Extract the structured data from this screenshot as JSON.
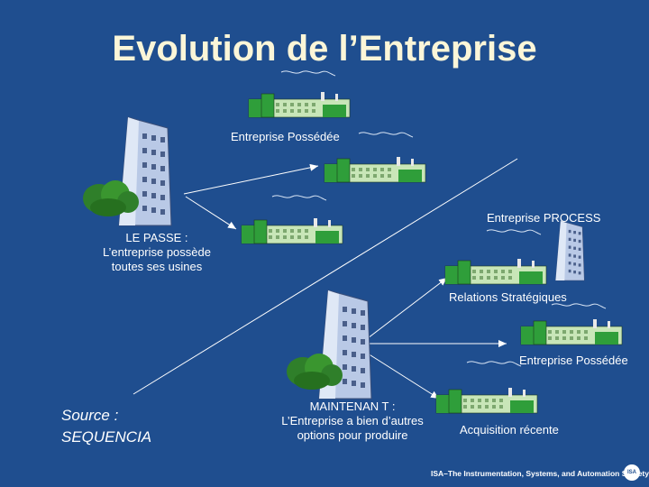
{
  "title": "Evolution de l’Entreprise",
  "labels": {
    "owned_top": "Entreprise Possédée",
    "process": "Entreprise PROCESS",
    "past_line1": "LE PASSE :",
    "past_line2": "L’entreprise possède",
    "past_line3": "toutes ses usines",
    "relations": "Relations Stratégiques",
    "owned_bottom": "Entreprise Possédée",
    "now_line1": "MAINTENAN T :",
    "now_line2": "L’Entreprise a bien d’autres",
    "now_line3": "options pour produire",
    "acquisition": "Acquisition récente"
  },
  "source": {
    "line1": "Source :",
    "line2": "SEQUENCIA"
  },
  "footer": {
    "org": "ISA–The Instrumentation, Systems, and Automation Society",
    "badge": "ISA"
  },
  "colors": {
    "background": "#1f4e8f",
    "title": "#fbf6d8",
    "arrow": "#ffffff",
    "factory_green": "#2f9e3a",
    "factory_light": "#c8e6b8",
    "tower": "#b9c9e6",
    "tree": "#2f7f2a"
  },
  "icons": [
    "office-tower-icon",
    "factory-icon",
    "smoke-icon",
    "tree-icon",
    "isa-logo-icon"
  ]
}
